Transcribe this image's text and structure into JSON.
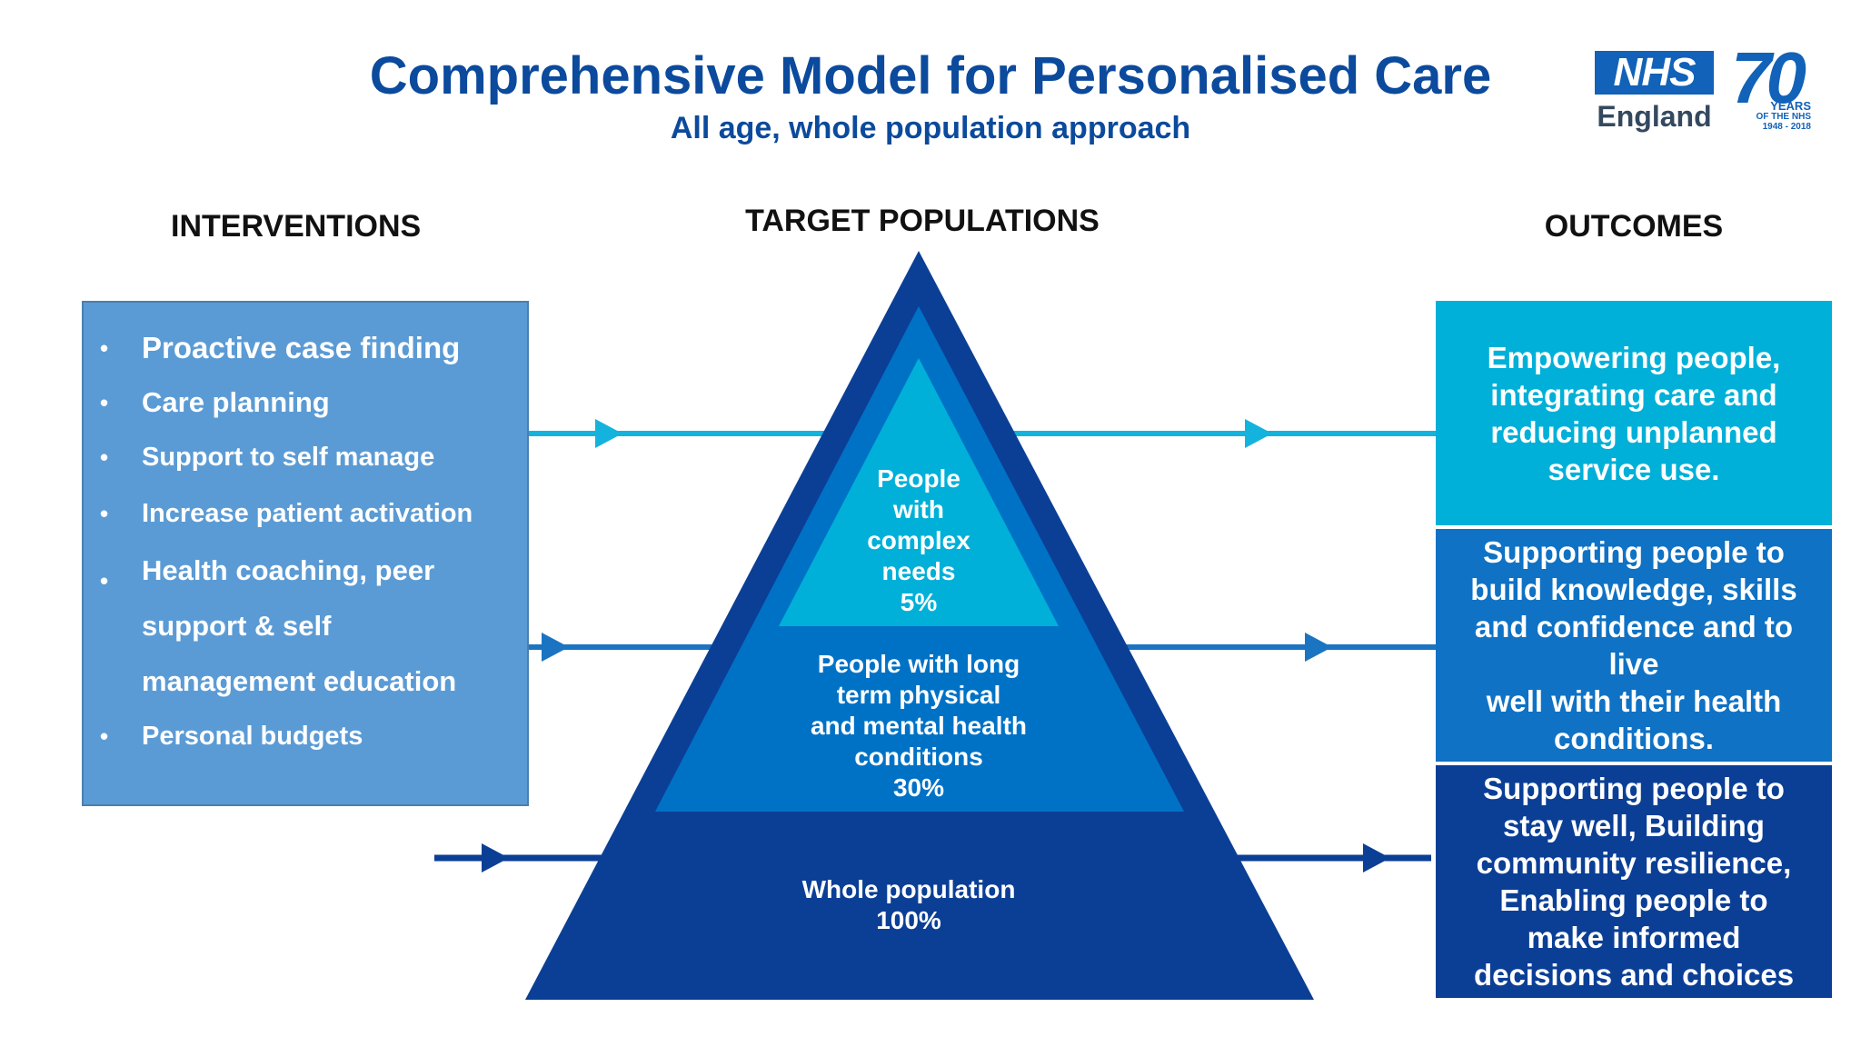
{
  "header": {
    "title": "Comprehensive Model for Personalised Care",
    "subtitle": "All age, whole population approach"
  },
  "logo": {
    "nhs": "NHS",
    "region": "England",
    "anniversary": "70",
    "years_line1": "YEARS",
    "years_line2": "OF THE NHS",
    "years_line3": "1948 - 2018"
  },
  "columns": {
    "interventions": "INTERVENTIONS",
    "target_populations": "TARGET POPULATIONS",
    "outcomes": "OUTCOMES"
  },
  "interventions": [
    "Proactive case finding",
    "Care planning",
    "Support to self manage",
    "Increase patient activation",
    "Health coaching, peer support & self management education",
    "Personal budgets"
  ],
  "pyramid": {
    "top": {
      "lines": [
        "People",
        "with",
        "complex",
        "needs",
        "5%"
      ]
    },
    "middle": {
      "lines": [
        "People with long",
        "term physical",
        "and mental health",
        "conditions",
        "30%"
      ]
    },
    "base": {
      "lines": [
        "Whole population",
        "100%"
      ]
    }
  },
  "outcomes": [
    {
      "lines": [
        "Empowering people,",
        "integrating care and",
        "reducing unplanned",
        "service use."
      ]
    },
    {
      "lines": [
        "Supporting people to",
        "build knowledge, skills",
        "and confidence and to",
        "live",
        "well with their health",
        "conditions."
      ]
    },
    {
      "lines": [
        "Supporting people to",
        "stay well, Building",
        "community resilience,",
        "Enabling people to",
        "make informed",
        "decisions and choices"
      ]
    }
  ],
  "colors": {
    "title": "#0b4a9c",
    "intervention_box": "#5b9bd5",
    "pyramid_outer": "#0b3f96",
    "pyramid_middle": "#0072c6",
    "pyramid_top": "#00b0d8",
    "outcome_1": "#00b0d8",
    "outcome_2": "#0f72c4",
    "outcome_3": "#0b3f96",
    "arrow_top": "#13b3dd",
    "arrow_middle": "#1a74c2",
    "arrow_base": "#0b3f96"
  }
}
